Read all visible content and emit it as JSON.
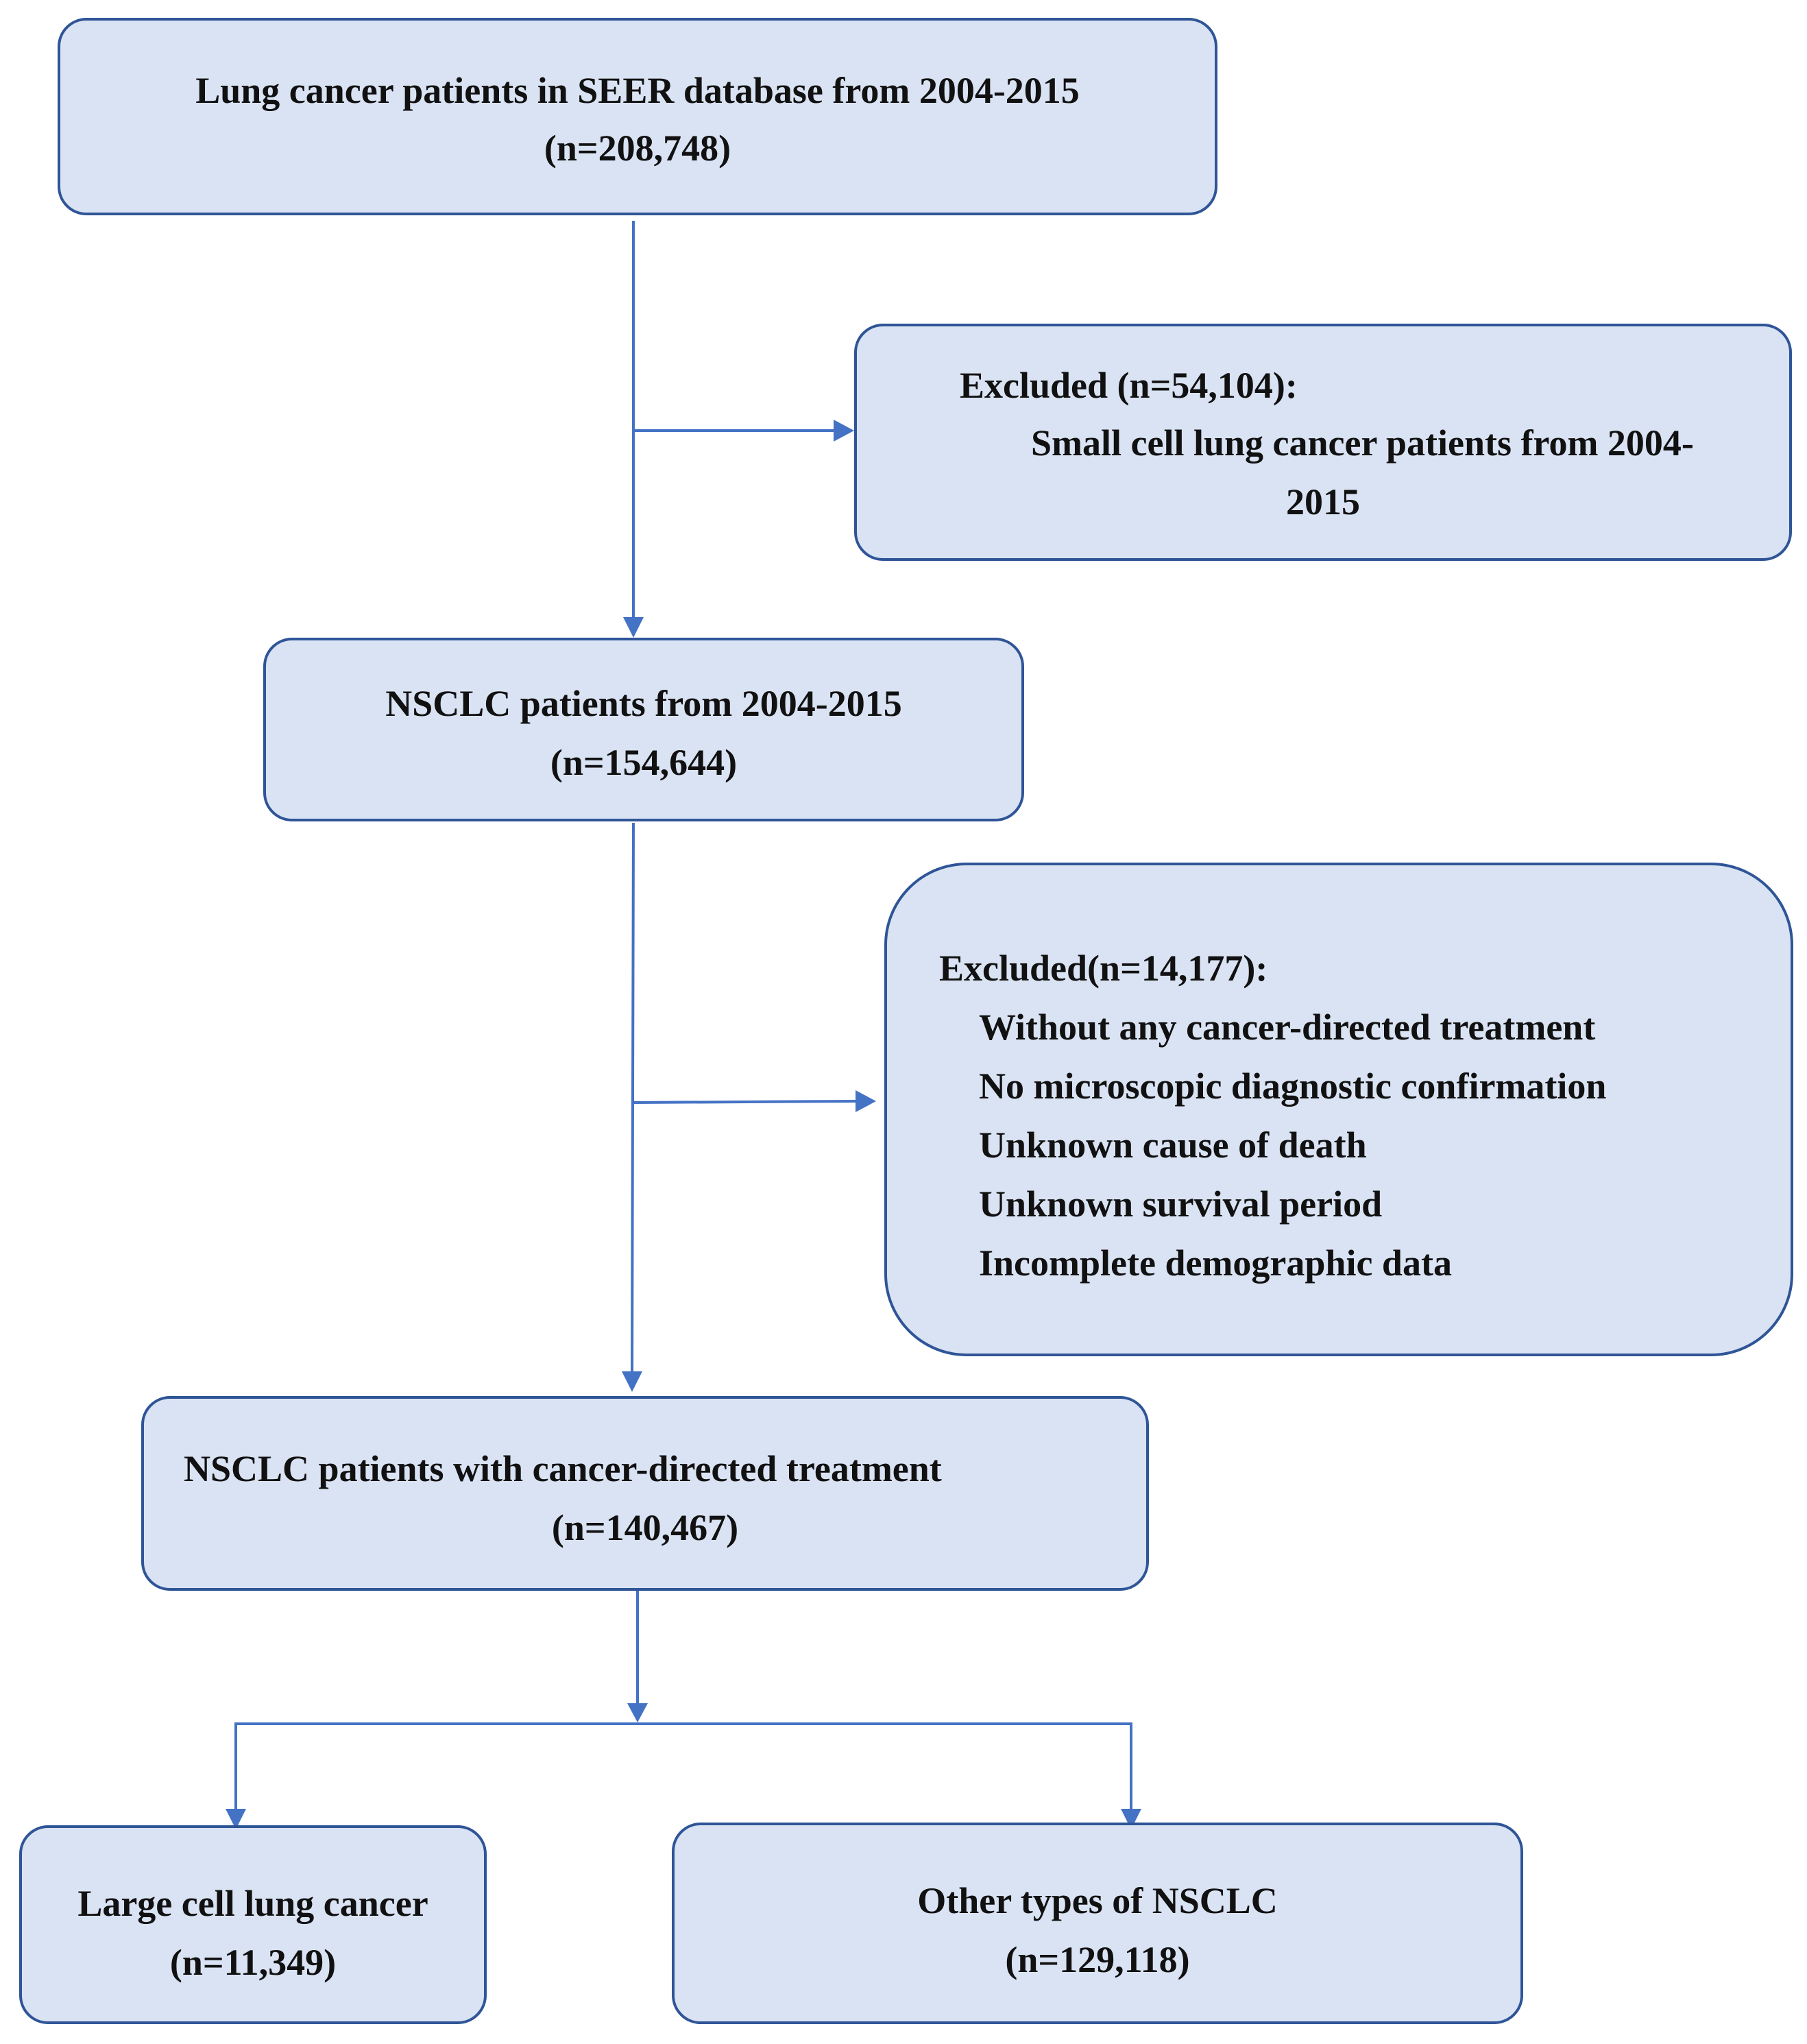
{
  "flowchart": {
    "start": {
      "title": "Lung cancer patients in SEER database from 2004-2015",
      "count": "(n=208,748)"
    },
    "exclusion_1": {
      "header": "Excluded (n=54,104):",
      "reason_line_1": "Small cell lung cancer patients from 2004-",
      "reason_line_2": "2015"
    },
    "nsclc": {
      "title": "NSCLC patients from 2004-2015",
      "count": "(n=154,644)"
    },
    "exclusion_2": {
      "header": "Excluded(n=14,177):",
      "reasons": [
        "Without any cancer-directed treatment",
        "No microscopic diagnostic confirmation",
        "Unknown cause of death",
        "Unknown survival period",
        "Incomplete demographic data"
      ]
    },
    "treated": {
      "title": "NSCLC patients with cancer-directed treatment",
      "count": "(n=140,467)"
    },
    "large_cell": {
      "title": "Large cell lung cancer",
      "count": "(n=11,349)"
    },
    "other_types": {
      "title": "Other types of NSCLC",
      "count": "(n=129,118)"
    }
  },
  "colors": {
    "box_fill": "#dae3f3",
    "box_border": "#2f5597",
    "connector": "#4472c4",
    "text": "#111111"
  }
}
